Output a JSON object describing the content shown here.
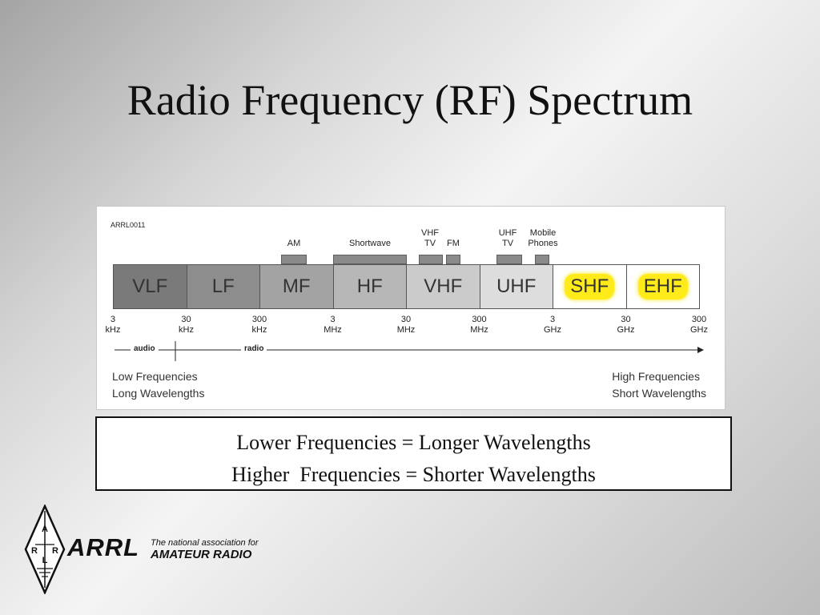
{
  "slide": {
    "title": "Radio Frequency (RF) Spectrum"
  },
  "figure": {
    "id": "ARRL0011",
    "bands": [
      {
        "label": "VLF",
        "color": "#7a7a7a",
        "highlight": false
      },
      {
        "label": "LF",
        "color": "#8d8d8d",
        "highlight": false
      },
      {
        "label": "MF",
        "color": "#a3a3a3",
        "highlight": false
      },
      {
        "label": "HF",
        "color": "#b7b7b7",
        "highlight": false
      },
      {
        "label": "VHF",
        "color": "#cbcbcb",
        "highlight": false
      },
      {
        "label": "UHF",
        "color": "#dddddd",
        "highlight": false
      },
      {
        "label": "SHF",
        "color": "#ffffff",
        "highlight": true
      },
      {
        "label": "EHF",
        "color": "#ffffff",
        "highlight": true
      }
    ],
    "ticks": [
      {
        "value": "3",
        "unit": "kHz"
      },
      {
        "value": "30",
        "unit": "kHz"
      },
      {
        "value": "300",
        "unit": "kHz"
      },
      {
        "value": "3",
        "unit": "MHz"
      },
      {
        "value": "30",
        "unit": "MHz"
      },
      {
        "value": "300",
        "unit": "MHz"
      },
      {
        "value": "3",
        "unit": "GHz"
      },
      {
        "value": "30",
        "unit": "GHz"
      },
      {
        "value": "300",
        "unit": "GHz"
      }
    ],
    "applications": {
      "am": "AM",
      "shortwave": "Shortwave",
      "vhf_tv_1": "VHF",
      "vhf_tv_2": "TV",
      "fm": "FM",
      "uhf_tv_1": "UHF",
      "uhf_tv_2": "TV",
      "mobile_1": "Mobile",
      "mobile_2": "Phones"
    },
    "axis": {
      "audio": "audio",
      "radio": "radio"
    },
    "left_text": [
      "Low Frequencies",
      "Long Wavelengths"
    ],
    "right_text": [
      "High Frequencies",
      "Short Wavelengths"
    ]
  },
  "caption": {
    "line1": "Lower Frequencies = Longer Wavelengths",
    "line2": "Higher  Frequencies = Shorter Wavelengths"
  },
  "logo": {
    "letters": [
      "A",
      "R",
      "R",
      "L"
    ],
    "wordmark": "ARRL",
    "tagline_1": "The national association for",
    "tagline_2": "AMATEUR RADIO"
  }
}
